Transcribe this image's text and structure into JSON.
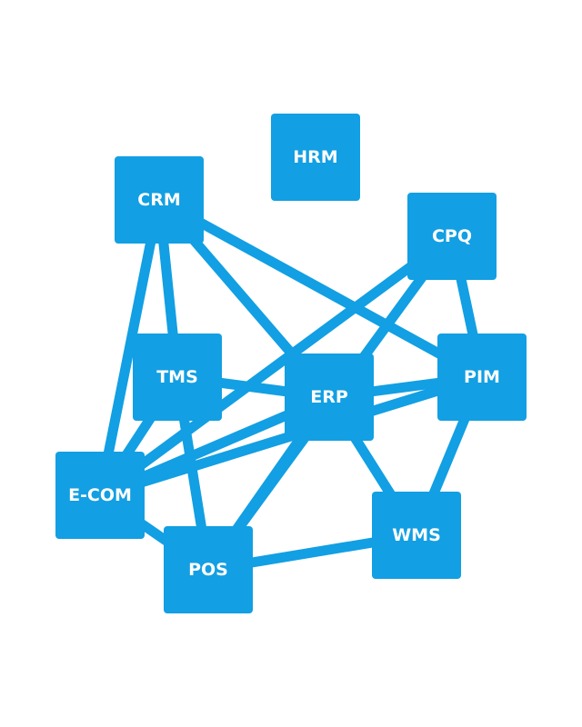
{
  "diagram": {
    "colors": {
      "accent": "#129fe3",
      "label": "#ffffff",
      "background": "#ffffff"
    },
    "nodes": {
      "hrm": "HRM",
      "crm": "CRM",
      "cpq": "CPQ",
      "tms": "TMS",
      "erp": "ERP",
      "pim": "PIM",
      "ecom": "E-COM",
      "wms": "WMS",
      "pos": "POS"
    },
    "edges": [
      [
        "crm",
        "tms"
      ],
      [
        "crm",
        "ecom"
      ],
      [
        "crm",
        "erp"
      ],
      [
        "crm",
        "pim"
      ],
      [
        "cpq",
        "ecom"
      ],
      [
        "cpq",
        "pos"
      ],
      [
        "cpq",
        "pim"
      ],
      [
        "tms",
        "erp"
      ],
      [
        "tms",
        "ecom"
      ],
      [
        "tms",
        "pos"
      ],
      [
        "erp",
        "pim"
      ],
      [
        "erp",
        "ecom"
      ],
      [
        "erp",
        "wms"
      ],
      [
        "erp",
        "pos"
      ],
      [
        "pim",
        "ecom"
      ],
      [
        "pim",
        "wms"
      ],
      [
        "ecom",
        "pos"
      ],
      [
        "pos",
        "wms"
      ]
    ]
  }
}
